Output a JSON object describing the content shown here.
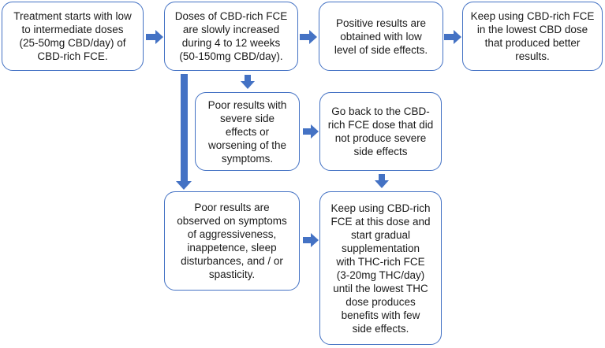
{
  "nodes": [
    {
      "id": "n1",
      "text": "Treatment starts with low\nto intermediate doses\n(25-50mg CBD/day) of\nCBD-rich FCE."
    },
    {
      "id": "n2",
      "text": "Doses of CBD-rich FCE\nare slowly increased\nduring 4 to 12 weeks\n(50-150mg CBD/day)."
    },
    {
      "id": "n3",
      "text": "Positive results are\nobtained  with low\nlevel of side effects."
    },
    {
      "id": "n4",
      "text": "Keep using CBD-rich FCE\nin the lowest CBD dose\nthat produced better\nresults."
    },
    {
      "id": "n5",
      "text": "Poor results with\nsevere side\neffects or\nworsening of the\nsymptoms."
    },
    {
      "id": "n6",
      "text": "Go back to the CBD-\nrich FCE dose that did\nnot produce severe\nside effects"
    },
    {
      "id": "n7",
      "text": "Poor results are\nobserved on symptoms\nof aggressiveness,\ninappetence, sleep\ndisturbances,  and / or\nspasticity."
    },
    {
      "id": "n8",
      "text": "Keep using CBD-rich\nFCE at this dose and\nstart gradual\nsupplementation\nwith THC-rich FCE\n(3-20mg THC/day)\nuntil the lowest THC\ndose produces\nbenefits with few\nside effects."
    }
  ],
  "edges": [
    {
      "from": "n1",
      "to": "n2"
    },
    {
      "from": "n2",
      "to": "n3"
    },
    {
      "from": "n3",
      "to": "n4"
    },
    {
      "from": "n2",
      "to": "n5"
    },
    {
      "from": "n5",
      "to": "n6"
    },
    {
      "from": "n6",
      "to": "n8"
    },
    {
      "from": "n2",
      "to": "n7"
    },
    {
      "from": "n7",
      "to": "n8"
    }
  ],
  "colors": {
    "border": "#4472c4",
    "arrow": "#4472c4",
    "text": "#1a1a1a"
  }
}
